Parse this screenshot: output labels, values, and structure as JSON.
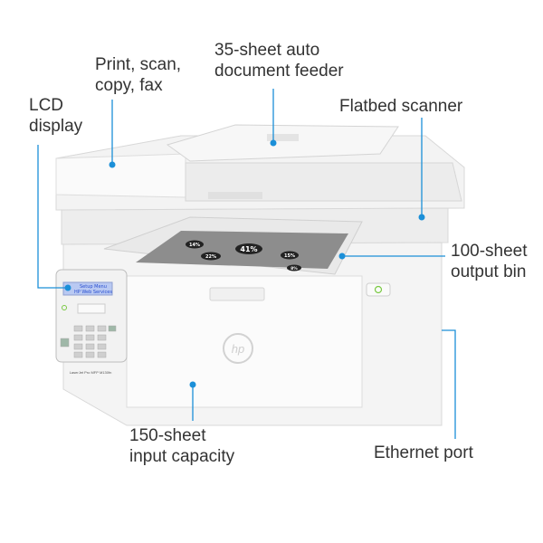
{
  "callouts": {
    "functions": {
      "line1": "Print, scan,",
      "line2": "copy, fax"
    },
    "adf": {
      "line1": "35-sheet auto",
      "line2": "document feeder"
    },
    "lcd": {
      "line1": "LCD",
      "line2": "display"
    },
    "scanner": {
      "line1": "Flatbed scanner"
    },
    "output": {
      "line1": "100-sheet",
      "line2": "output bin"
    },
    "input": {
      "line1": "150-sheet",
      "line2": "input capacity"
    },
    "ethernet": {
      "line1": "Ethernet port"
    }
  },
  "printer": {
    "lcd_line1": "Setup Menu",
    "lcd_line2": "HP Web Services",
    "model_label": "LaserJet Pro MFP M130fn",
    "logo": "hp",
    "paper_percentages": [
      "14%",
      "41%",
      "22%",
      "15%",
      "8%"
    ]
  },
  "colors": {
    "accent": "#1b8fd8",
    "text": "#333333",
    "body": "#eeeeee"
  }
}
